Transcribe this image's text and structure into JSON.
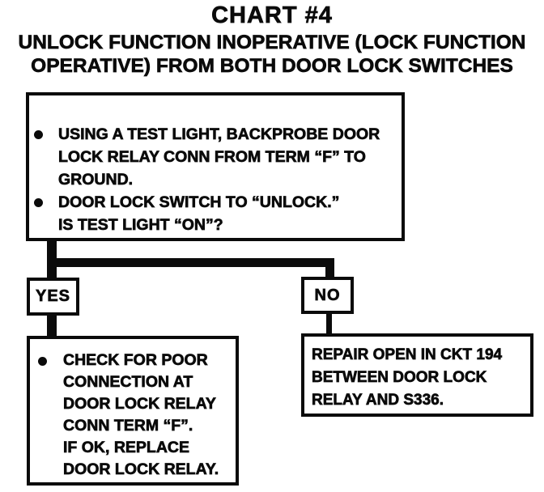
{
  "header": {
    "title": "CHART #4",
    "subtitle_lines": [
      "UNLOCK FUNCTION INOPERATIVE (LOCK FUNCTION",
      "OPERATIVE) FROM BOTH DOOR LOCK SWITCHES"
    ]
  },
  "question_box": {
    "items": [
      {
        "lines": [
          "USING A TEST LIGHT, BACKPROBE DOOR",
          "LOCK RELAY CONN FROM TERM “F” TO",
          "GROUND."
        ]
      },
      {
        "lines": [
          "DOOR LOCK SWITCH TO “UNLOCK.”",
          "IS TEST LIGHT “ON”?"
        ]
      }
    ]
  },
  "branch": {
    "yes": "YES",
    "no": "NO"
  },
  "yes_box": {
    "lines": [
      "CHECK FOR POOR",
      "CONNECTION AT",
      "DOOR LOCK RELAY",
      "CONN TERM “F”.",
      "IF OK, REPLACE",
      "DOOR LOCK RELAY."
    ]
  },
  "no_box": {
    "lines": [
      "REPAIR OPEN IN CKT 194",
      "BETWEEN DOOR LOCK",
      "RELAY AND S336."
    ]
  },
  "colors": {
    "ink": "#0b0b0b",
    "paper": "#ffffff"
  }
}
